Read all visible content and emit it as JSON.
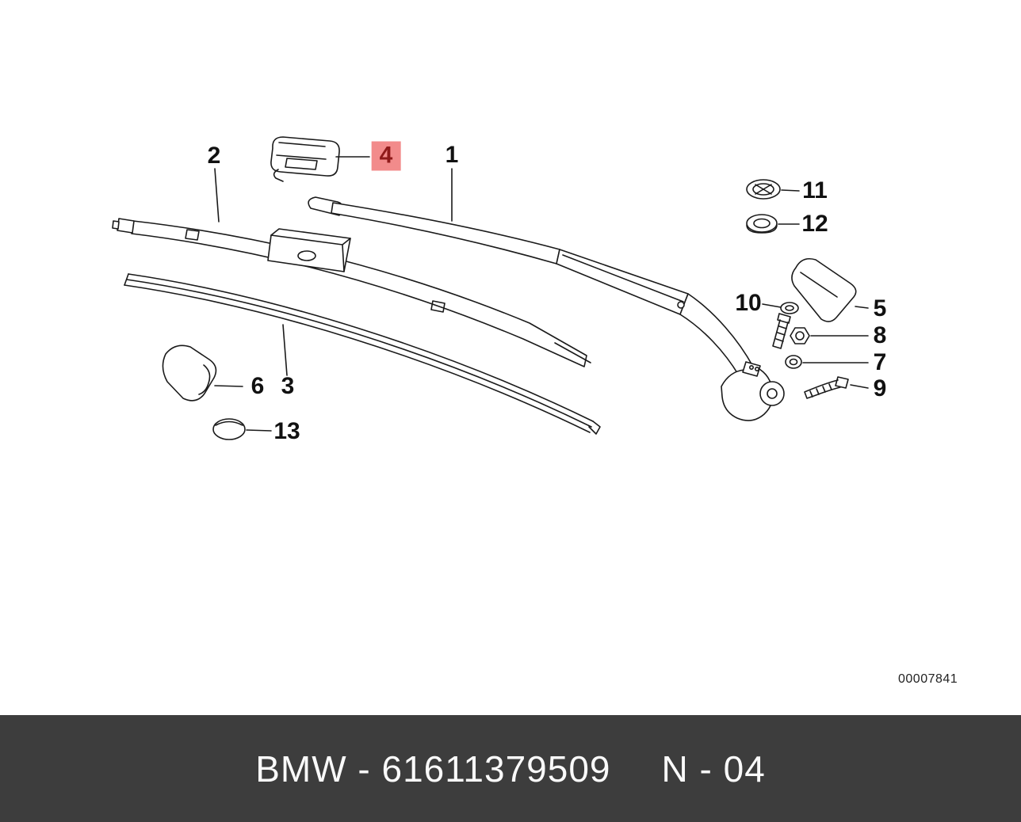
{
  "diagram": {
    "drawing_number": "00007841",
    "highlighted_part": "4",
    "labels": [
      {
        "id": "2"
      },
      {
        "id": "4",
        "highlighted": true
      },
      {
        "id": "1"
      },
      {
        "id": "11"
      },
      {
        "id": "12"
      },
      {
        "id": "10"
      },
      {
        "id": "5"
      },
      {
        "id": "8"
      },
      {
        "id": "7"
      },
      {
        "id": "9"
      },
      {
        "id": "6"
      },
      {
        "id": "3"
      },
      {
        "id": "13"
      }
    ]
  },
  "footer": {
    "left_text": "BMW - 61611379509",
    "right_text": "N - 04"
  },
  "colors": {
    "highlight_bg": "#f28b8b",
    "highlight_text": "#8f1a1a",
    "footer_bg": "#3d3d3d",
    "footer_text": "#fafafa",
    "line": "#1a1a1a"
  }
}
